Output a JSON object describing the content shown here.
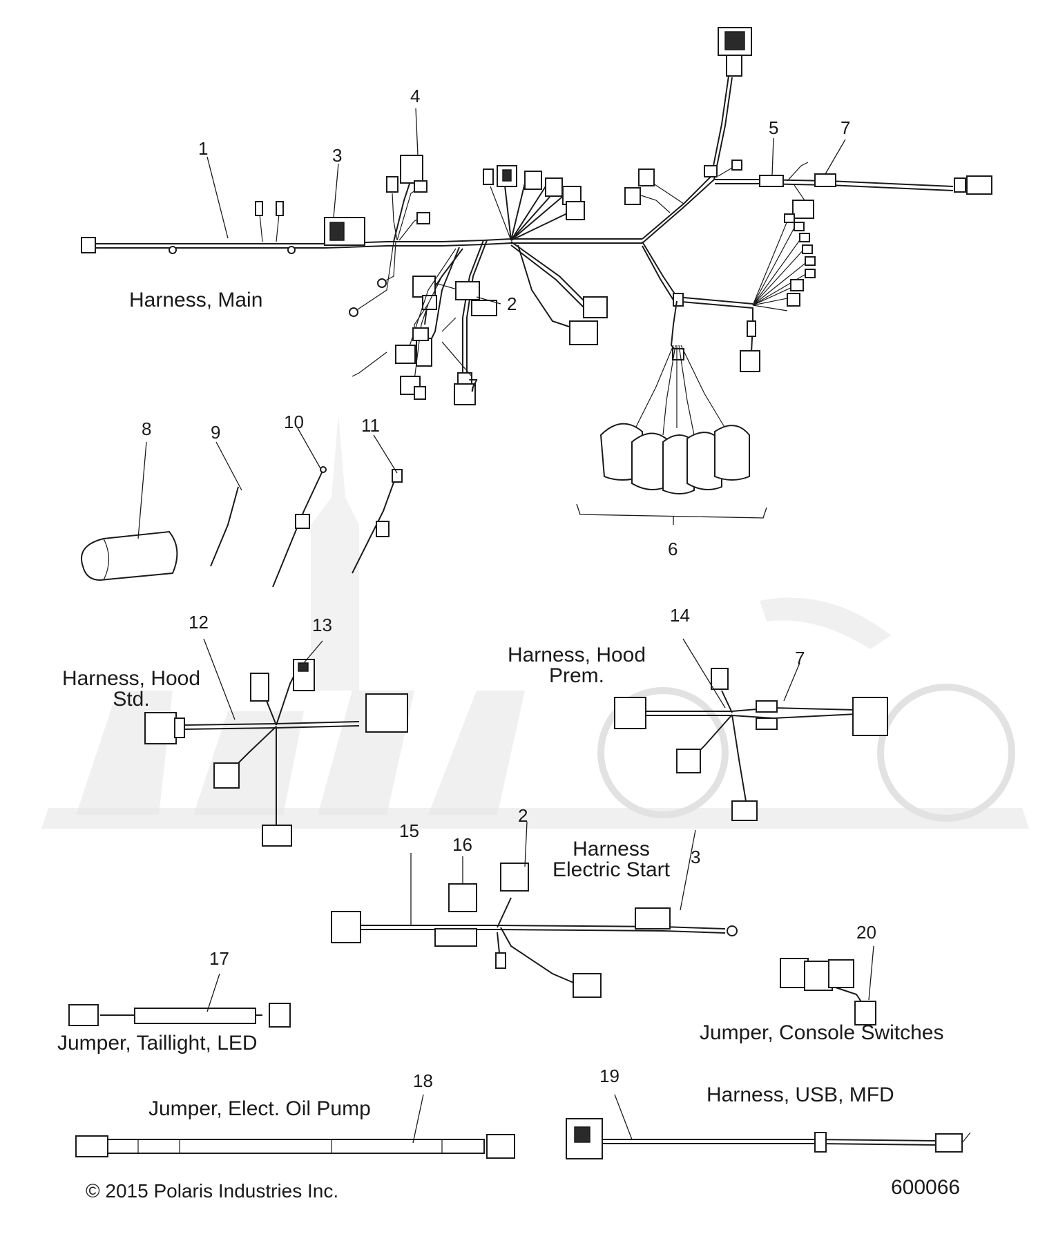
{
  "callouts": {
    "c1": "1",
    "c2a": "2",
    "c2b": "2",
    "c3a": "3",
    "c3b": "3",
    "c4": "4",
    "c5": "5",
    "c6": "6",
    "c7a": "7",
    "c7b": "7",
    "c7c": "7",
    "c8": "8",
    "c9": "9",
    "c10": "10",
    "c11": "11",
    "c12": "12",
    "c13": "13",
    "c14": "14",
    "c15": "15",
    "c16": "16",
    "c17": "17",
    "c18": "18",
    "c19": "19",
    "c20": "20"
  },
  "captions": {
    "harness_main": "Harness, Main",
    "harness_hood_std": "Harness, Hood Std.",
    "harness_hood_prem": "Harness, Hood Prem.",
    "harness_electric_start": "Harness Electric Start",
    "jumper_taillight": "Jumper, Taillight, LED",
    "jumper_console": "Jumper, Console Switches",
    "jumper_oil_pump": "Jumper, Elect. Oil Pump",
    "harness_usb": "Harness, USB, MFD"
  },
  "footer": {
    "copyright": "© 2015 Polaris Industries Inc.",
    "diagram_code": "600066"
  }
}
